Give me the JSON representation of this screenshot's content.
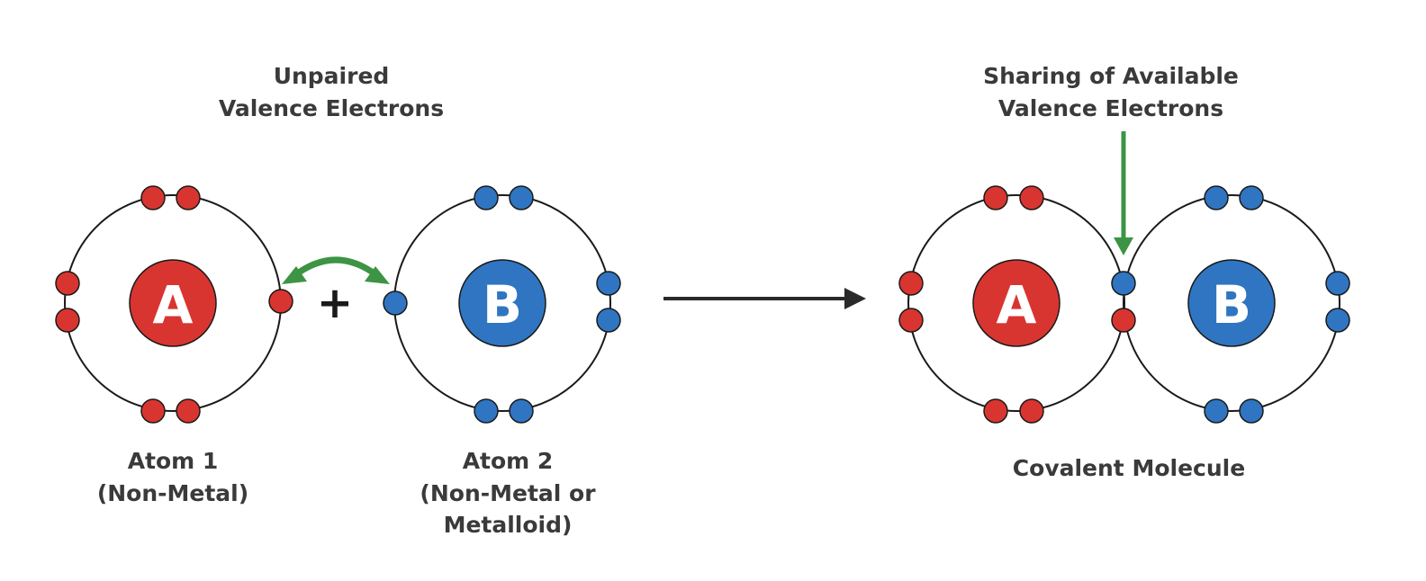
{
  "labels": {
    "unpaired_line1": "Unpaired",
    "unpaired_line2": "Valence Electrons",
    "sharing_line1": "Sharing of Available",
    "sharing_line2": "Valence Electrons",
    "atom1_line1": "Atom 1",
    "atom1_line2": "(Non-Metal)",
    "atom2_line1": "Atom 2",
    "atom2_line2": "(Non-Metal or",
    "atom2_line3": "Metalloid)",
    "molecule": "Covalent Molecule",
    "plus": "+"
  },
  "atoms": {
    "a_letter": "A",
    "b_letter": "B"
  },
  "colors": {
    "atom_a": "#d93530",
    "atom_b": "#2f75c2",
    "arrow_green": "#3c9444",
    "arrow_dark": "#2a2a2a",
    "shell": "#1a1a1a"
  }
}
